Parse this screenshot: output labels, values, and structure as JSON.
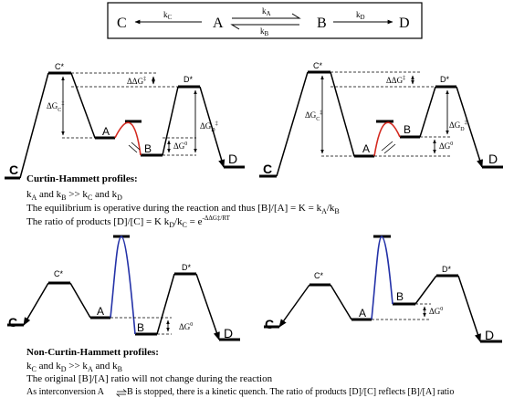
{
  "scheme": {
    "c": "C",
    "a": "A",
    "b": "B",
    "d": "D",
    "kc": "k",
    "kc_sub": "C",
    "ka": "k",
    "ka_sub": "A",
    "kb": "k",
    "kb_sub": "B",
    "kd": "k",
    "kd_sub": "D"
  },
  "profiles": {
    "top_left": {
      "c_star": "C*",
      "d_star": "D*",
      "a": "A",
      "b": "B",
      "c": "C",
      "d": "D",
      "ddg": "ΔΔG",
      "ddg_sup": "‡",
      "dgc": "ΔG",
      "dgc_sub": "C",
      "dgc_sup": "‡",
      "dgd": "ΔG",
      "dgd_sub": "D",
      "dgd_sup": "‡",
      "dg0": "ΔG",
      "dg0_sup": "0"
    },
    "top_right": {
      "c_star": "C*",
      "d_star": "D*",
      "a": "A",
      "b": "B",
      "c": "C",
      "d": "D",
      "ddg": "ΔΔG",
      "ddg_sup": "‡",
      "dgc": "ΔG",
      "dgc_sub": "C",
      "dgc_sup": "‡",
      "dgd": "ΔG",
      "dgd_sub": "D",
      "dgd_sup": "‡",
      "dg0": "ΔG",
      "dg0_sup": "0"
    },
    "bottom_left": {
      "c_star": "C*",
      "d_star": "D*",
      "a": "A",
      "b": "B",
      "c": "C",
      "d": "D",
      "dg0": "ΔG",
      "dg0_sup": "0"
    },
    "bottom_right": {
      "c_star": "C*",
      "d_star": "D*",
      "a": "A",
      "b": "B",
      "c": "C",
      "d": "D",
      "dg0": "ΔG",
      "dg0_sup": "0"
    }
  },
  "curtin": {
    "heading": "Curtin-Hammett profiles:",
    "l1": {
      "k1": "k",
      "s1": "A",
      "t1": " and  k",
      "s2": "B",
      "t2": " >> k",
      "s3": "C",
      "t3": " and  k",
      "s4": "D"
    },
    "l2": {
      "text": "The equilibrium is operative during the reaction and thus [B]/[A] = K = k",
      "s1": "A",
      "t1": "/k",
      "s2": "B"
    },
    "l3": {
      "text": "The ratio of products [D]/[C] = K k",
      "s1": "D",
      "t1": "/k",
      "s2": "C",
      "t2": " = e",
      "sup": "-ΔΔG‡/RT"
    }
  },
  "noncurtin": {
    "heading": "Non-Curtin-Hammett profiles:",
    "l1": {
      "k1": "k",
      "s1": "C",
      "t1": " and  k",
      "s2": "D",
      "t2": " >> k",
      "s3": "A",
      "t3": " and  k",
      "s4": "B"
    },
    "l2": "The original [B]/[A] ratio will not change during the reaction",
    "l3": {
      "pre": "As interconversion A",
      "post": "B is stopped, there is a kinetic quench. The ratio of products [D]/[C] reflects [B]/[A] ratio"
    }
  },
  "colors": {
    "red": "#d42a20",
    "blue": "#2432a8",
    "line": "#000000"
  }
}
